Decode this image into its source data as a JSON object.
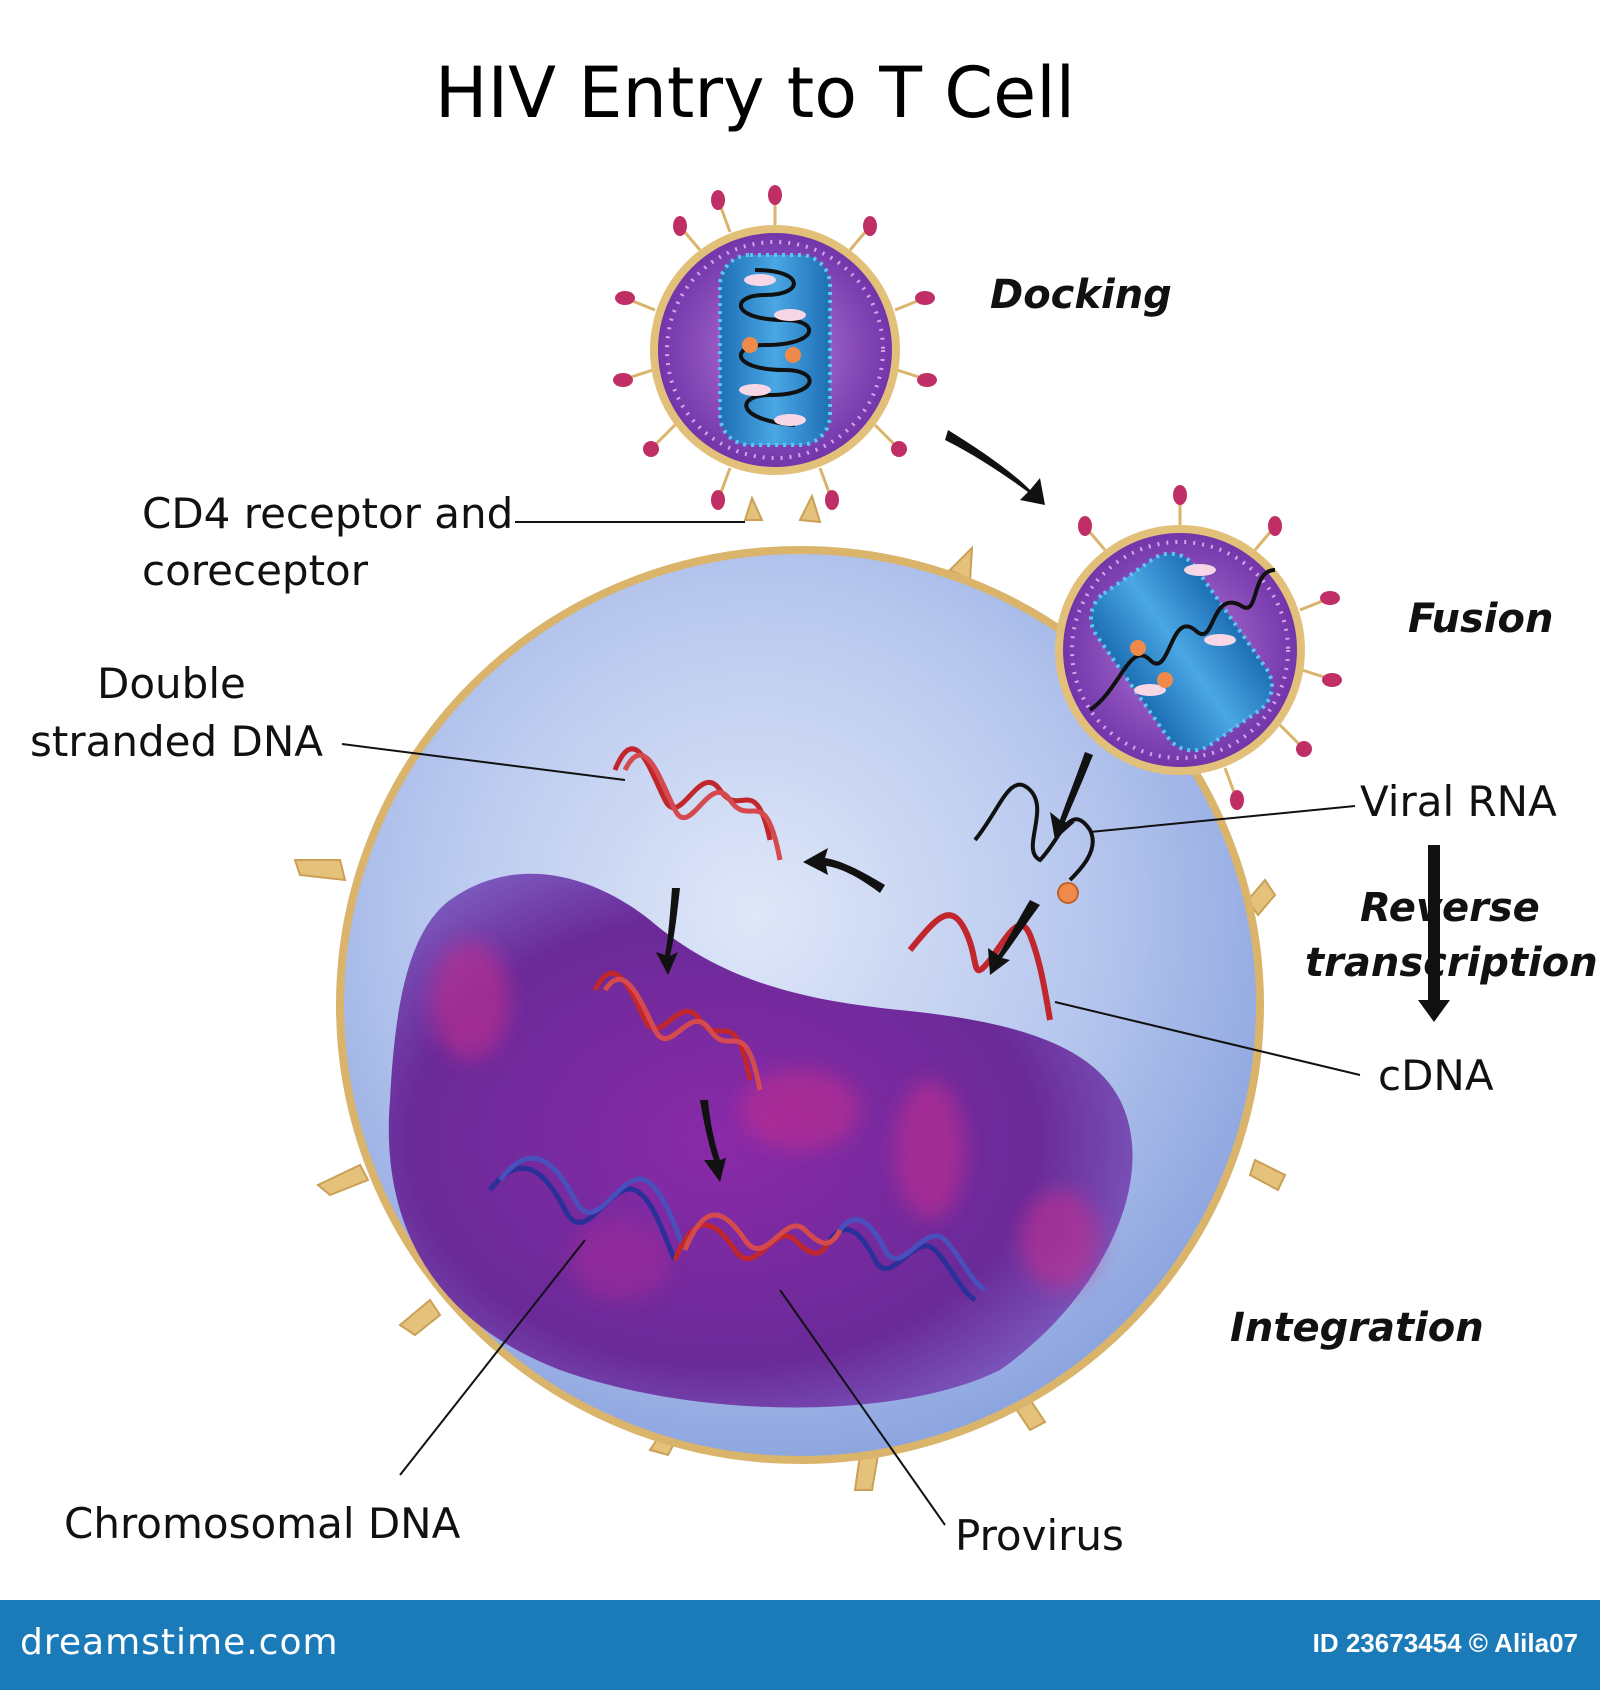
{
  "title": "HIV Entry to T Cell",
  "steps": {
    "docking": "Docking",
    "fusion": "Fusion",
    "reverse_transcription_line1": "Reverse",
    "reverse_transcription_line2": "transcription",
    "integration": "Integration"
  },
  "labels": {
    "cd4_line1": "CD4 receptor and",
    "cd4_line2": "coreceptor",
    "dsdna_line1": "Double",
    "dsdna_line2": "stranded DNA",
    "viral_rna": "Viral RNA",
    "cdna": "cDNA",
    "chromosomal_dna": "Chromosomal DNA",
    "provirus": "Provirus"
  },
  "footer": {
    "brand": "dreamstime.com",
    "id_text": "ID 23673454 © Alila07"
  },
  "colors": {
    "cell_fill": "#aebfe8",
    "cell_membrane": "#d9b46a",
    "nucleus": "#6a2a98",
    "virus_envelope": "#7a3bb0",
    "capsid": "#2a86c8",
    "viral_dna_red": "#c0262b",
    "chromosome_blue": "#2b2f9a",
    "footer_bg": "#1b7ab8"
  }
}
